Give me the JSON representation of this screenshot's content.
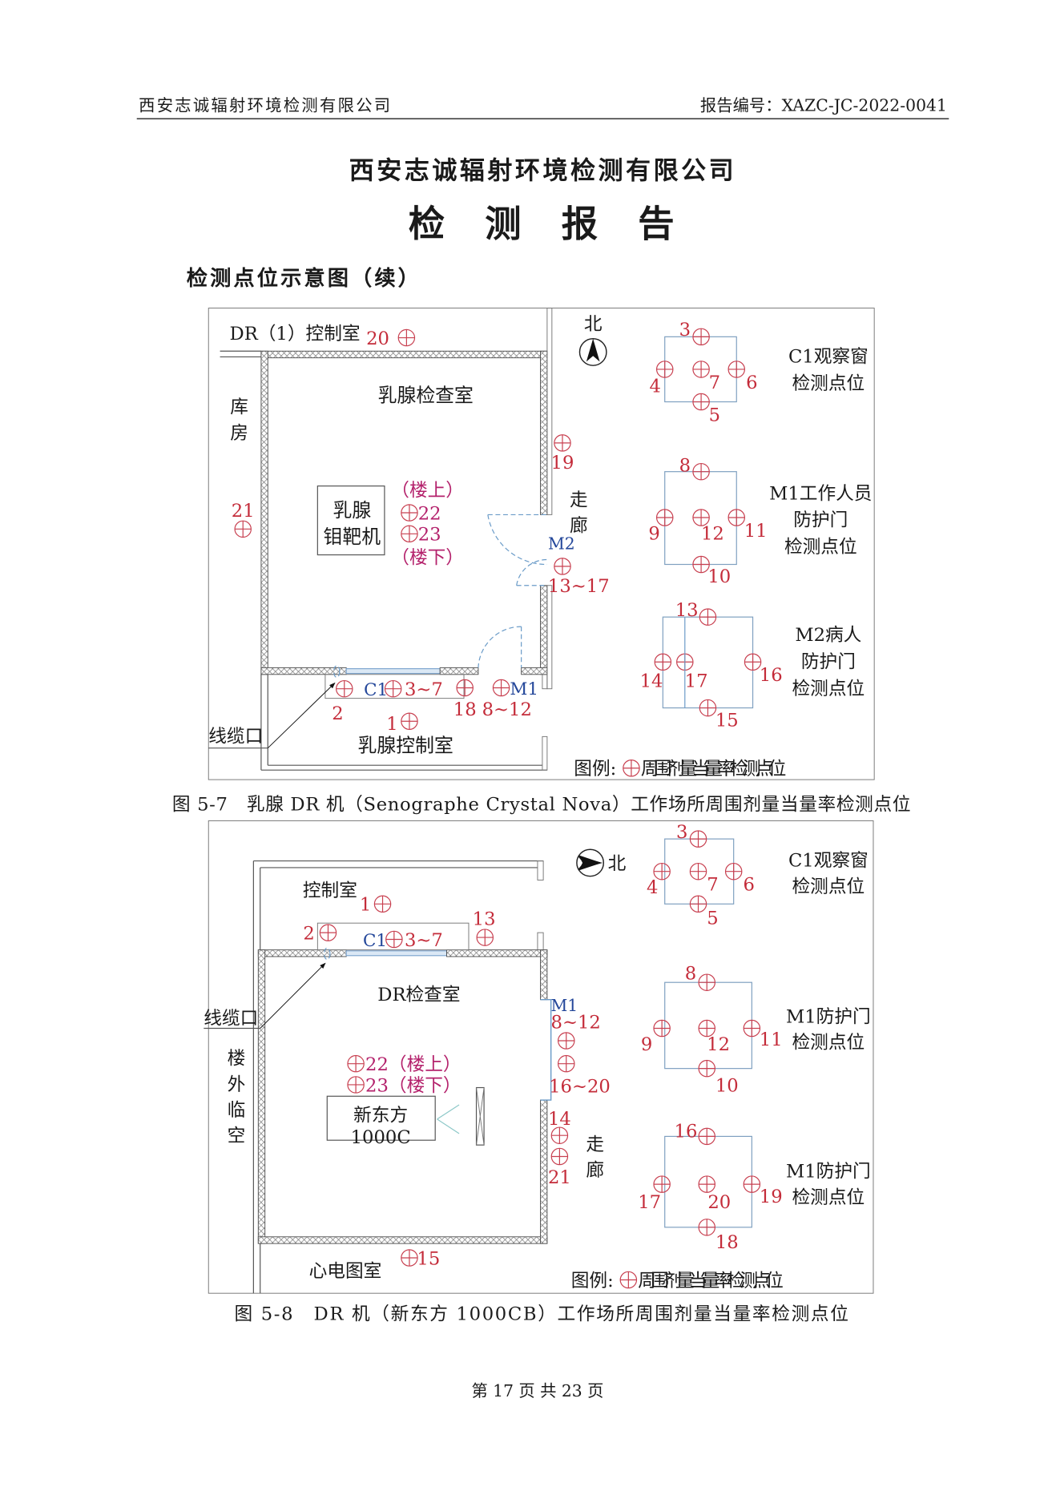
{
  "header": {
    "company": "西安志诚辐射环境检测有限公司",
    "report_no": "报告编号：XAZC-JC-2022-0041"
  },
  "title": {
    "company": "西安志诚辐射环境检测有限公司",
    "doc": "检　测　报　告"
  },
  "section_title": "检测点位示意图（续）",
  "legend": {
    "label": "图例:",
    "text": "周围剂量当量率检测点位"
  },
  "fig1": {
    "caption": "图 5-7　乳腺 DR 机（Senographe Crystal Nova）工作场所周围剂量当量率检测点位",
    "north": "北",
    "rooms": {
      "dr1_control": "DR（1）控制室",
      "storage": "库房",
      "exam": "乳腺检查室",
      "machine_l1": "乳腺",
      "machine_l2": "钼靶机",
      "corridor": "走廊",
      "control": "乳腺控制室",
      "cable": "线缆口"
    },
    "plan": {
      "pt20": "20",
      "pt21": "21",
      "upstairs": "（楼上）",
      "pt22": "22",
      "pt23": "23",
      "downstairs": "（楼下）",
      "pt19": "19",
      "m2": "M2",
      "pt13_17": "13~17",
      "pt2": "2",
      "c1": "C1",
      "pt3_7": "3~7",
      "pt18": "18",
      "m1": "M1",
      "pt8_12": "8~12",
      "pt1": "1"
    },
    "details": [
      {
        "title_lines": [
          "C1观察窗",
          "检测点位"
        ],
        "points": [
          "3",
          "4",
          "7",
          "6",
          "5"
        ]
      },
      {
        "title_lines": [
          "M1工作人员",
          "防护门",
          "检测点位"
        ],
        "points": [
          "8",
          "9",
          "12",
          "11",
          "10"
        ]
      },
      {
        "title_lines": [
          "M2病人",
          "防护门",
          "检测点位"
        ],
        "points": [
          "13",
          "14",
          "17",
          "16",
          "15"
        ]
      }
    ]
  },
  "fig2": {
    "caption": "图 5-8　DR 机（新东方 1000CB）工作场所周围剂量当量率检测点位",
    "north": "北",
    "rooms": {
      "control": "控制室",
      "exam": "DR检查室",
      "outside": "楼外临空",
      "machine_l1": "新东方",
      "machine_l2": "1000C",
      "corridor": "走廊",
      "ecg": "心电图室",
      "cable": "线缆口"
    },
    "plan": {
      "pt1": "1",
      "pt2": "2",
      "c1": "C1",
      "pt3_7": "3~7",
      "pt13": "13",
      "m1": "M1",
      "pt8_12": "8~12",
      "pt16_20": "16~20",
      "pt14": "14",
      "pt21": "21",
      "pt22": "22（楼上）",
      "pt23": "23（楼下）",
      "pt15": "15"
    },
    "details": [
      {
        "title_lines": [
          "C1观察窗",
          "检测点位"
        ],
        "points": [
          "3",
          "4",
          "7",
          "6",
          "5"
        ]
      },
      {
        "title_lines": [
          "M1防护门",
          "检测点位"
        ],
        "points": [
          "8",
          "9",
          "12",
          "11",
          "10"
        ]
      },
      {
        "title_lines": [
          "M1防护门",
          "检测点位"
        ],
        "points": [
          "16",
          "17",
          "20",
          "19",
          "18"
        ]
      }
    ]
  },
  "footer": "第 17 页 共 23 页",
  "colors": {
    "point_red": "#c42c3a",
    "label_magenta": "#b4226c",
    "label_blue": "#24479a"
  }
}
